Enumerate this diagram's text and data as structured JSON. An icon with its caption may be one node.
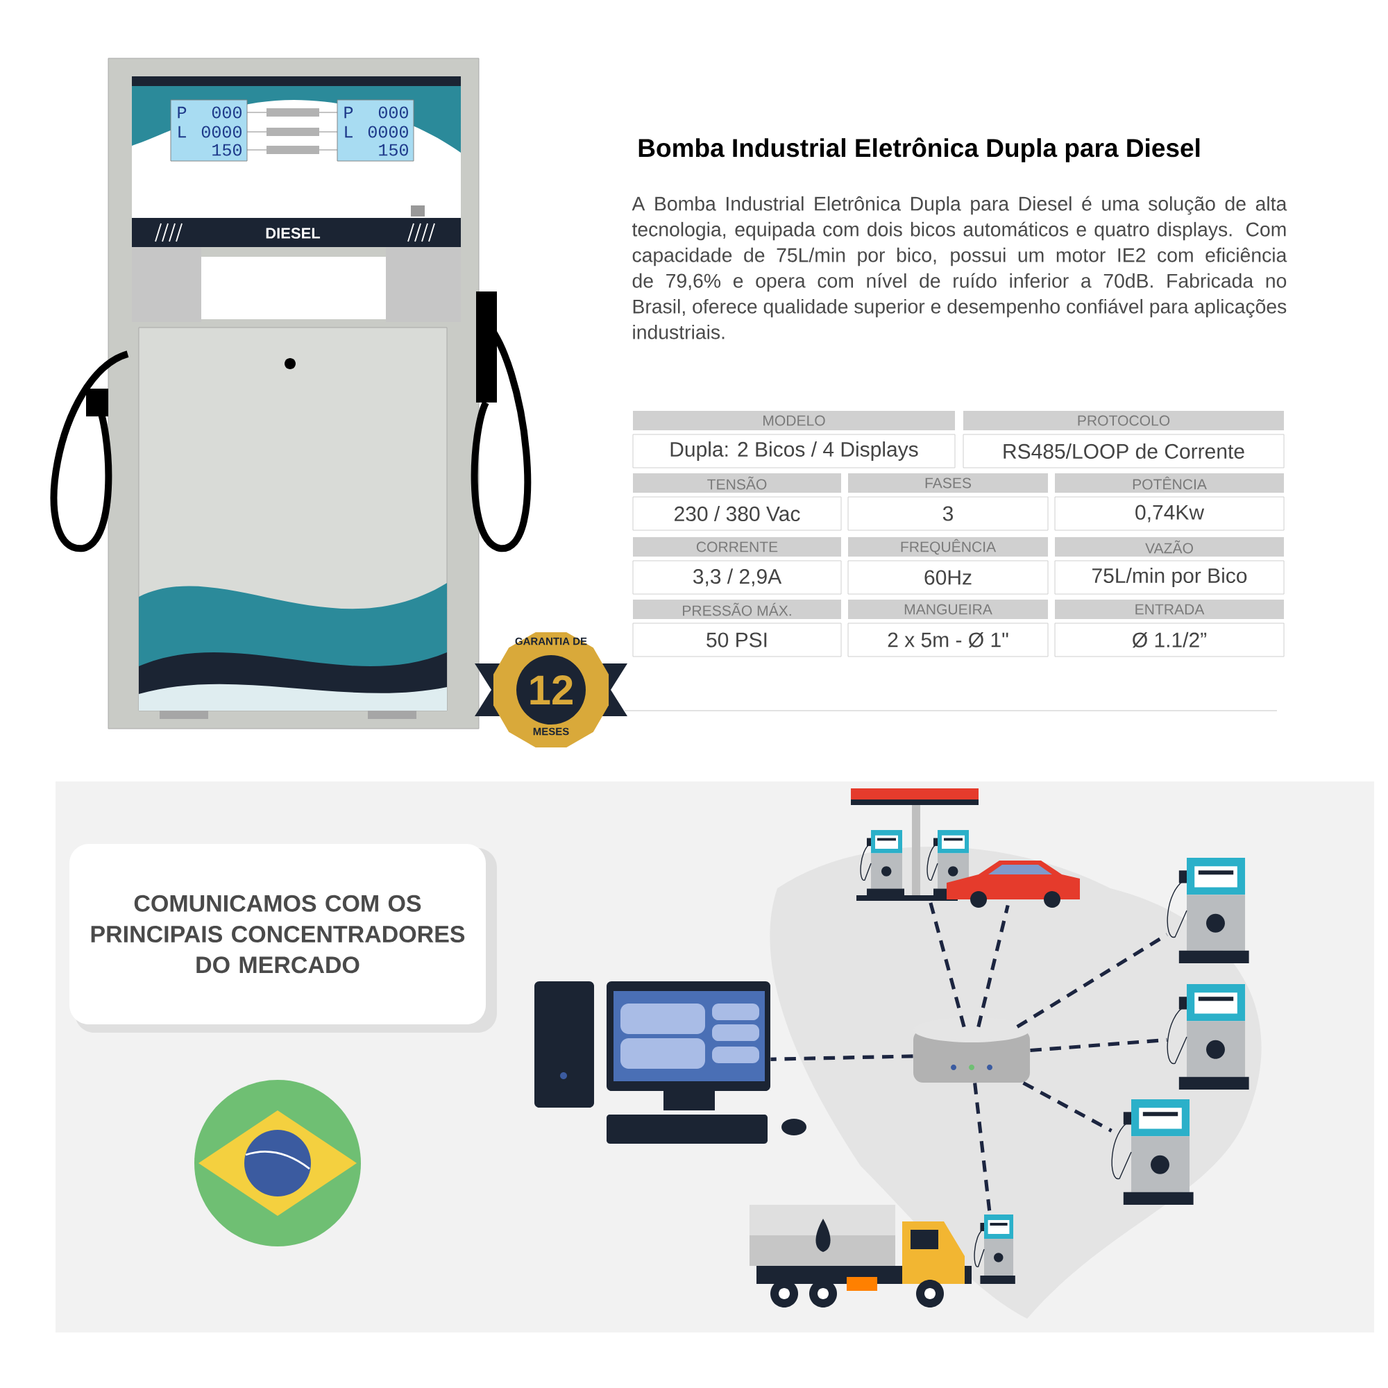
{
  "diagram": {
    "title": "Bomba Industrial Eletrônica Dupla para Diesel",
    "nodes": [
      {
        "text": [
          "COMUNICAMOS COM OS PRINCIPAIS CONCENTRADORES DO MERCADO"
        ]
      },
      {
        "text": [],
        "shape": "picture"
      },
      {
        "text": [],
        "shape": "picture"
      },
      {
        "text": [],
        "shape": "picture"
      },
      {
        "text": [],
        "shape": "picture"
      },
      {
        "text": [],
        "shape": "picture"
      },
      {
        "text": [],
        "shape": "picture"
      },
      {
        "text": [],
        "shape": "picture"
      },
      {
        "text": [],
        "shape": "picture"
      }
    ],
    "edges": [
      {
        "from": 2,
        "to": 1,
        "arrow": "none",
        "style": "dashed"
      },
      {
        "from": 2,
        "to": 3,
        "arrow": "none",
        "style": "dashed"
      },
      {
        "from": 2,
        "to": 4,
        "arrow": "none",
        "style": "dashed"
      },
      {
        "from": 2,
        "to": 5,
        "arrow": "none",
        "style": "dashed"
      },
      {
        "from": 2,
        "to": 6,
        "arrow": "none",
        "style": "dashed"
      },
      {
        "from": 2,
        "to": 7,
        "arrow": "none",
        "style": "dashed"
      },
      {
        "from": 2,
        "to": 8,
        "arrow": "none",
        "style": "dashed"
      }
    ],
    "labels": [
      "P",
      "000",
      "L",
      "0000",
      "150",
      "P",
      "000",
      "L",
      "0000",
      "150",
      "DIESEL",
      "A Bomba Industrial Eletrônica Dupla para Diesel é uma solução de alta tecnologia, equipada com dois bicos automáticos e quatro displays. Com capacidade de 75L/min por bico, possui um motor IE2 com eficiência de 79,6% e opera com nível de ruído inferior a 70dB. Fabricada no Brasil, oferece qualidade superior e desempenho confiável para aplicações industriais.",
      "MODELO",
      "PROTOCOLO",
      "Dupla: 2 Bicos / 4 Displays",
      "RS485/LOOP de Corrente",
      "TENSÃO",
      "FASES",
      "POTÊNCIA",
      "230 / 380 Vac",
      "3",
      "0,74Kw",
      "CORRENTE",
      "FREQUÊNCIA",
      "VAZÃO",
      "3,3 / 2,9A",
      "60Hz",
      "75L/min por Bico",
      "PRESSÃO MÁX.",
      "MANGUEIRA",
      "ENTRADA",
      "50 PSI",
      "2 x 5m -  Ø  1\"",
      "Ø 1.1/2”",
      "GARANTIA DE",
      "12",
      "MESES"
    ]
  }
}
